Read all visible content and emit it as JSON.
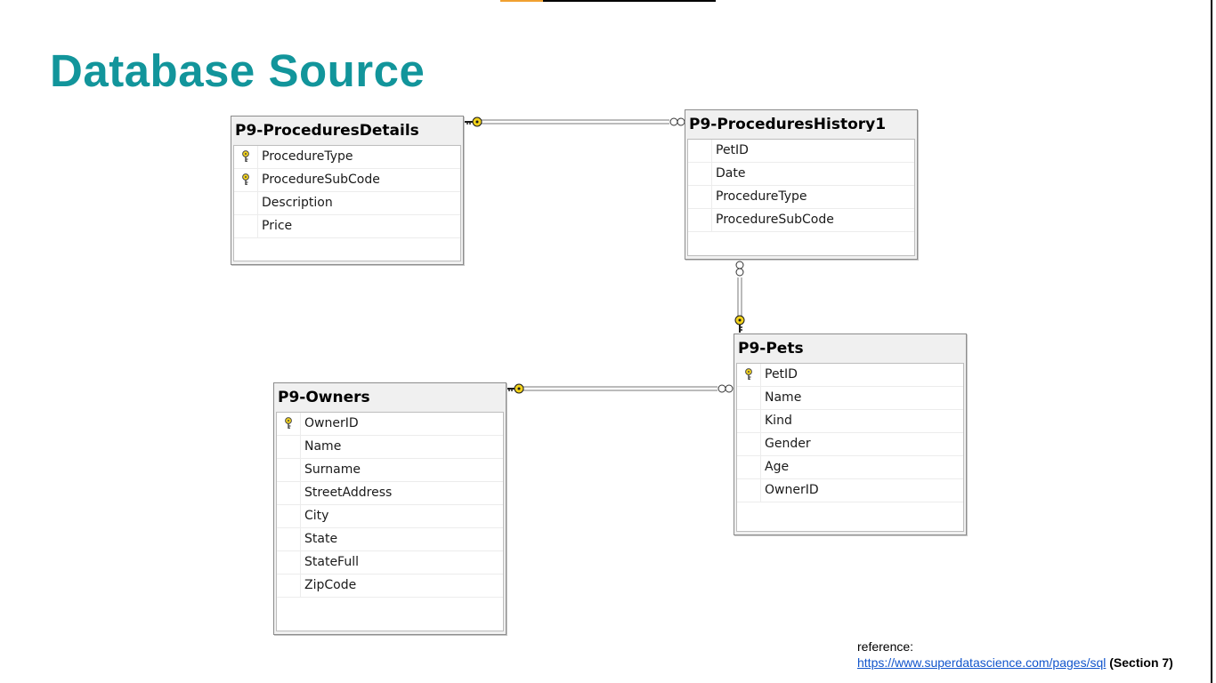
{
  "page_title": "Database Source",
  "tables": [
    {
      "name": "P9-ProceduresDetails",
      "columns": [
        {
          "name": "ProcedureType",
          "key": true
        },
        {
          "name": "ProcedureSubCode",
          "key": true
        },
        {
          "name": "Description",
          "key": false
        },
        {
          "name": "Price",
          "key": false
        }
      ]
    },
    {
      "name": "P9-ProceduresHistory1",
      "columns": [
        {
          "name": "PetID",
          "key": false
        },
        {
          "name": "Date",
          "key": false
        },
        {
          "name": "ProcedureType",
          "key": false
        },
        {
          "name": "ProcedureSubCode",
          "key": false
        }
      ]
    },
    {
      "name": "P9-Pets",
      "columns": [
        {
          "name": "PetID",
          "key": true
        },
        {
          "name": "Name",
          "key": false
        },
        {
          "name": "Kind",
          "key": false
        },
        {
          "name": "Gender",
          "key": false
        },
        {
          "name": "Age",
          "key": false
        },
        {
          "name": "OwnerID",
          "key": false
        }
      ]
    },
    {
      "name": "P9-Owners",
      "columns": [
        {
          "name": "OwnerID",
          "key": true
        },
        {
          "name": "Name",
          "key": false
        },
        {
          "name": "Surname",
          "key": false
        },
        {
          "name": "StreetAddress",
          "key": false
        },
        {
          "name": "City",
          "key": false
        },
        {
          "name": "State",
          "key": false
        },
        {
          "name": "StateFull",
          "key": false
        },
        {
          "name": "ZipCode",
          "key": false
        }
      ]
    }
  ],
  "relationships": [
    {
      "one": "P9-ProceduresDetails",
      "many": "P9-ProceduresHistory1"
    },
    {
      "one": "P9-Pets",
      "many": "P9-ProceduresHistory1"
    },
    {
      "one": "P9-Owners",
      "many": "P9-Pets"
    }
  ],
  "reference": {
    "label": "reference:",
    "link_text": "https://www.superdatascience.com/pages/sql",
    "section": "(Section 7)"
  },
  "colors": {
    "title": "#12959b",
    "key_icon": "#f2d21b",
    "accent_bar": "#f0a030"
  }
}
